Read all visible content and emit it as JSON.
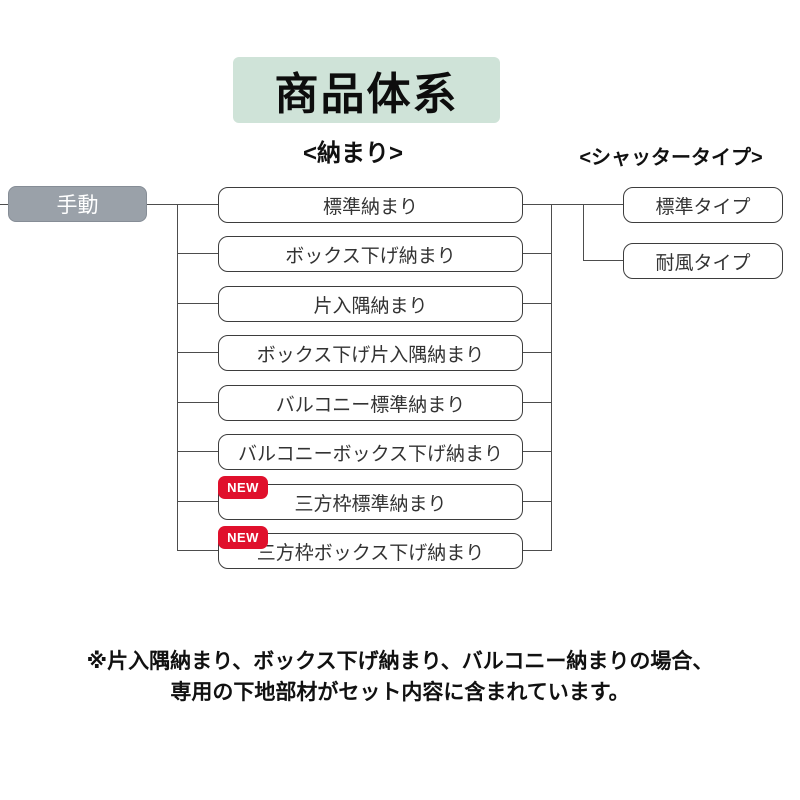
{
  "title": {
    "text": "商品体系",
    "bg_color": "#cfe3d8",
    "text_color": "#0d0d0d"
  },
  "headers": {
    "fitting": "<納まり>",
    "shutter_type": "<シャッタータイプ>"
  },
  "tree": {
    "root": {
      "label": "手動",
      "bg_color": "#9aa1a9",
      "text_color": "#ffffff"
    },
    "fittings": [
      {
        "label": "標準納まり",
        "new": false
      },
      {
        "label": "ボックス下げ納まり",
        "new": false
      },
      {
        "label": "片入隅納まり",
        "new": false
      },
      {
        "label": "ボックス下げ片入隅納まり",
        "new": false
      },
      {
        "label": "バルコニー標準納まり",
        "new": false
      },
      {
        "label": "バルコニーボックス下げ納まり",
        "new": false
      },
      {
        "label": "三方枠標準納まり",
        "new": true
      },
      {
        "label": "三方枠ボックス下げ納まり",
        "new": true
      }
    ],
    "shutter_types": [
      {
        "label": "標準タイプ"
      },
      {
        "label": "耐風タイプ"
      }
    ],
    "new_badge": {
      "label": "NEW",
      "bg_color": "#e0102c",
      "text_color": "#ffffff"
    },
    "line_color": "#4d4d4d",
    "node_border_color": "#3d3d3d"
  },
  "note": {
    "line1": "※片入隅納まり、ボックス下げ納まり、バルコニー納まりの場合、",
    "line2": "専用の下地部材がセット内容に含まれています。"
  }
}
